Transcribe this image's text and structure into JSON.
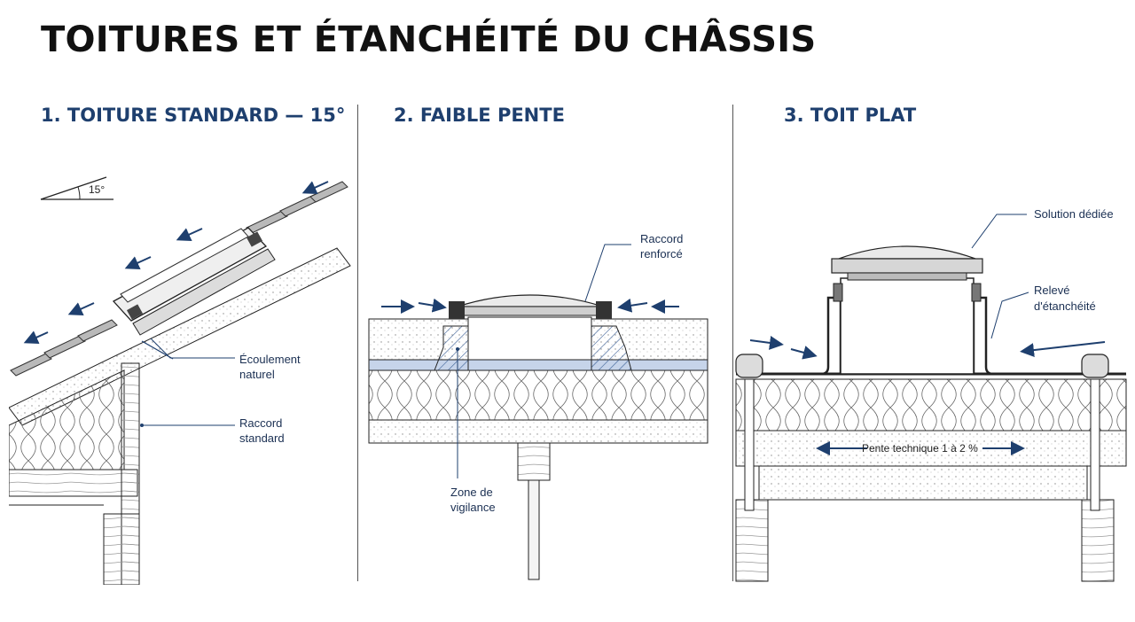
{
  "title": "TOITURES ET ÉTANCHÉITÉ DU CHÂSSIS",
  "colors": {
    "accent": "#1e3f6e",
    "line": "#222222"
  },
  "panels": [
    {
      "heading": "1. TOITURE STANDARD — 15°",
      "angle_label": "15°",
      "labels": {
        "flow_1": "Écoulement",
        "flow_2": "naturel",
        "std_1": "Raccord",
        "std_2": "standard"
      }
    },
    {
      "heading": "2. FAIBLE PENTE",
      "labels": {
        "reinf_1": "Raccord",
        "reinf_2": "renforcé",
        "zone_1": "Zone de",
        "zone_2": "vigilance"
      }
    },
    {
      "heading": "3. TOIT PLAT",
      "labels": {
        "dedicated": "Solution dédiée",
        "relev_1": "Relevé",
        "relev_2": "d'étanchéité",
        "slope": "Pente technique  1 à 2 %"
      }
    }
  ]
}
